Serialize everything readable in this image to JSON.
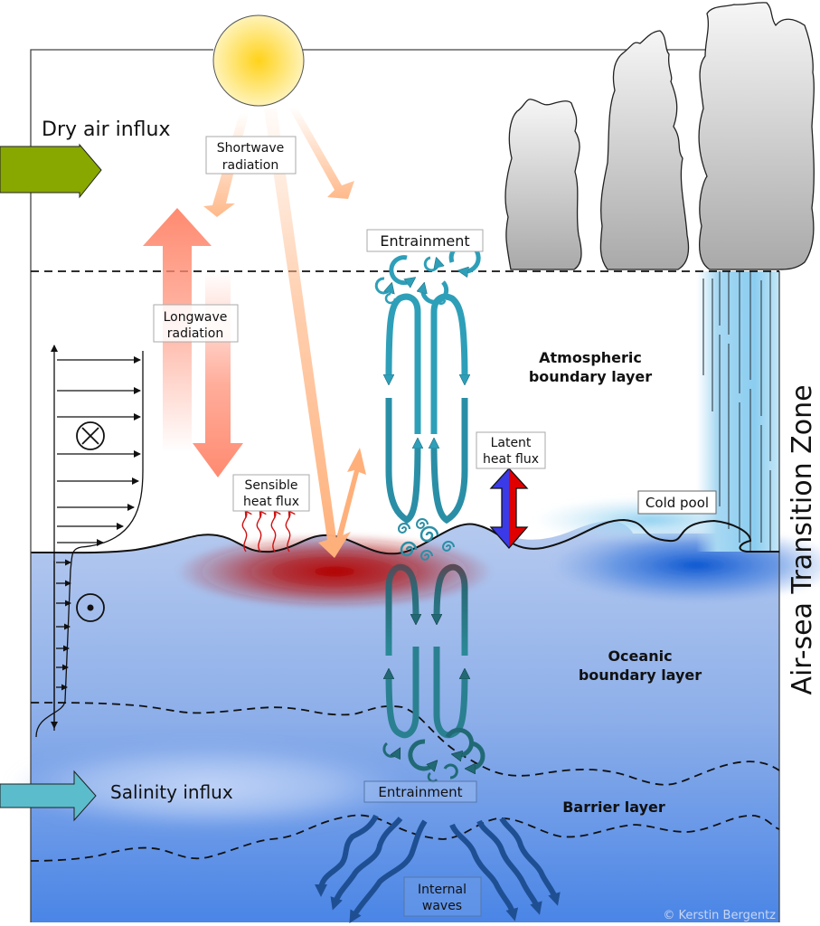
{
  "diagram": {
    "side_title": "Air-sea Transition Zone",
    "labels": {
      "dry_air_influx": "Dry air influx",
      "shortwave_line1": "Shortwave",
      "shortwave_line2": "radiation",
      "longwave_line1": "Longwave",
      "longwave_line2": "radiation",
      "entrainment_top": "Entrainment",
      "atm_bl_line1": "Atmospheric",
      "atm_bl_line2": "boundary layer",
      "latent_line1": "Latent",
      "latent_line2": "heat flux",
      "sensible_line1": "Sensible",
      "sensible_line2": "heat flux",
      "cold_pool": "Cold pool",
      "ocean_bl_line1": "Oceanic",
      "ocean_bl_line2": "boundary layer",
      "salinity_influx": "Salinity influx",
      "entrainment_bottom": "Entrainment",
      "barrier_layer": "Barrier layer",
      "internal_line1": "Internal",
      "internal_line2": "waves",
      "copyright": "© Kerstin Bergentz"
    },
    "symbols": {
      "into_page": "circle-cross-icon",
      "out_of_page": "circle-dot-icon"
    },
    "colors": {
      "dry_air_arrow": "#88a800",
      "salinity_arrow": "#5bbccc",
      "longwave": "#ff8a70",
      "shortwave": "#ffb98a",
      "ocean_top": "#b4c8ee",
      "ocean_bottom": "#4a86e8",
      "warm_pool": "#b00000",
      "cold_pool": "#0a5fd6",
      "rain": "#8fd0f0",
      "eddy_atm": "#2e9fb8",
      "eddy_ocean": "#216a75",
      "internal_waves": "#1f4f93",
      "latent_blue": "#3a3ae8",
      "latent_red": "#e00000"
    }
  }
}
